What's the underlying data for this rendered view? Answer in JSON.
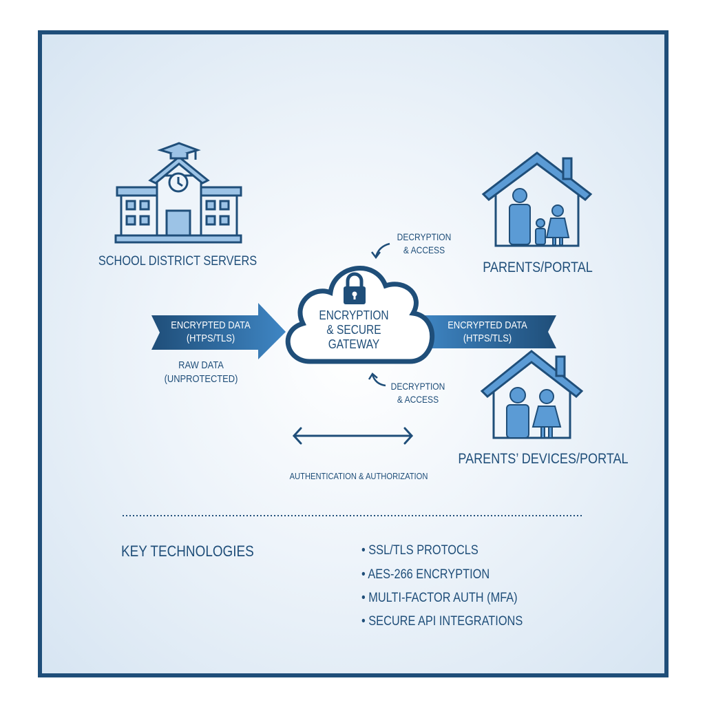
{
  "colors": {
    "navy": "#1f4e79",
    "light_blue": "#5b9bd5",
    "frame": "#1f4e79"
  },
  "nodes": {
    "school": {
      "label": "SCHOOL DISTRICT SERVERS",
      "icon": "school-building-icon"
    },
    "parents_portal": {
      "label": "PARENTS/PORTAL",
      "icon": "family-house-icon"
    },
    "parents_devices": {
      "label": "PARENTS’ DEVICES/PORTAL",
      "icon": "family-house-icon"
    },
    "gateway": {
      "lines": [
        "ENCRYPTION",
        "& SECURE",
        "GATEWAY"
      ],
      "icon": "cloud-lock-icon"
    }
  },
  "flows": {
    "left_arrow": {
      "lines": [
        "ENCRYPTED DATA",
        "(HTPS/TLS)"
      ]
    },
    "right_arrow": {
      "lines": [
        "ENCRYPTED DATA",
        "(HTPS/TLS)"
      ]
    },
    "raw_data": {
      "lines": [
        "RAW DATA",
        "(UNPROTECTED)"
      ]
    },
    "decrypt_top": {
      "lines": [
        "DECRYPTION",
        "& ACCESS"
      ]
    },
    "decrypt_bottom": {
      "lines": [
        "DECRYPTION",
        "& ACCESS"
      ]
    },
    "auth": {
      "label": "AUTHENTICATION & AUTHORIZATION"
    }
  },
  "key_technologies": {
    "title": "KEY TECHNOLOGIES",
    "items": [
      "SSL/TLS PROTOCLS",
      "AES-266 ENCRYPTION",
      "MULTI-FACTOR AUTH (MFA)",
      "SECURE API INTEGRATIONS"
    ]
  }
}
